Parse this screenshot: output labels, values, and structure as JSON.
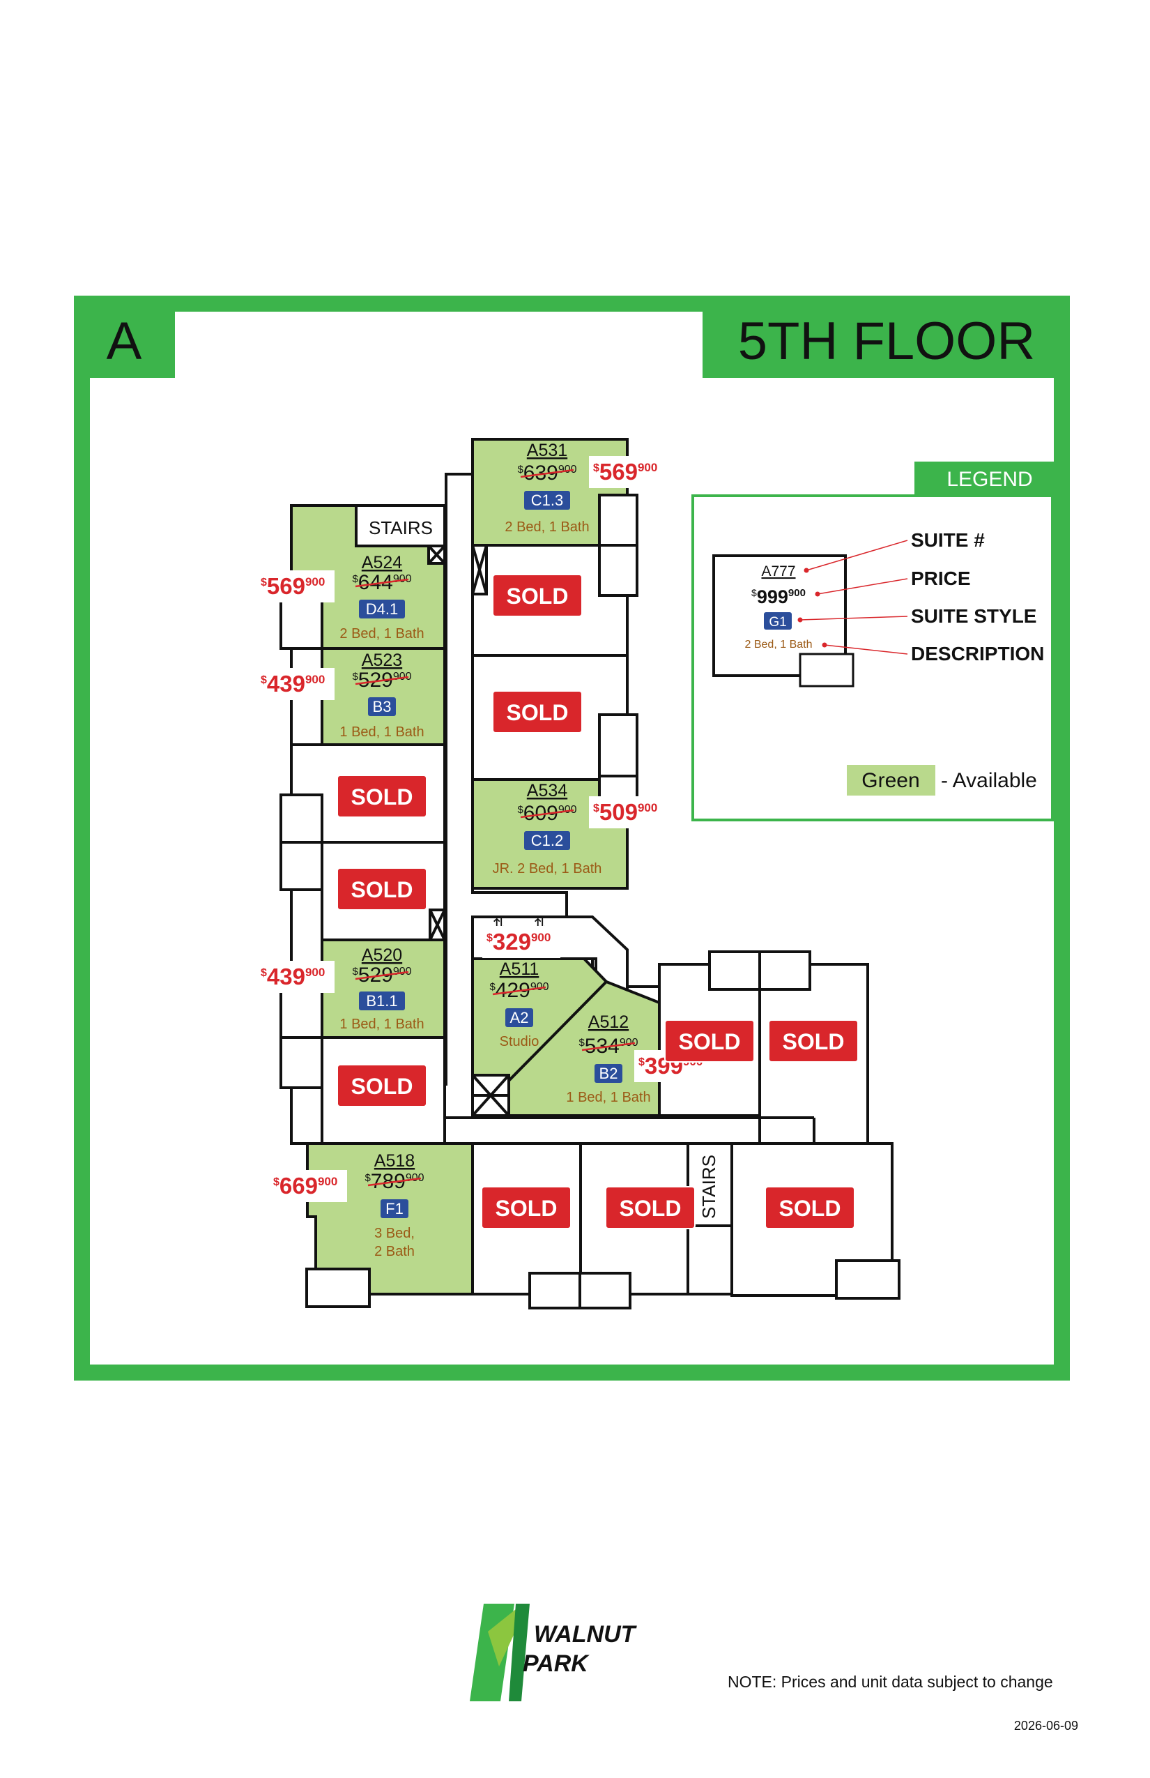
{
  "header": {
    "building": "A",
    "floor": "5TH FLOOR"
  },
  "labels": {
    "stairs": "STAIRS",
    "sold": "SOLD"
  },
  "colors": {
    "frame": "#3cb44b",
    "available": "#b9d98c",
    "sold": "#d9262b",
    "style_badge": "#2b4e9b",
    "desc": "#9b5a16",
    "price_new": "#d9262b"
  },
  "legend": {
    "title": "LEGEND",
    "sample": {
      "suite": "A777",
      "price_main": "999",
      "price_cents": "900",
      "style": "G1",
      "desc": "2 Bed, 1 Bath"
    },
    "items": [
      "SUITE #",
      "PRICE",
      "SUITE STYLE",
      "DESCRIPTION"
    ],
    "swatch": "Green",
    "swatch_text": "- Available"
  },
  "suites": [
    {
      "id": "A531",
      "old": "639",
      "new": "569",
      "style": "C1.3",
      "desc": "2 Bed, 1 Bath"
    },
    {
      "id": "A524",
      "old": "644",
      "new": "569",
      "style": "D4.1",
      "desc": "2 Bed, 1 Bath"
    },
    {
      "id": "A523",
      "old": "529",
      "new": "439",
      "style": "B3",
      "desc": "1 Bed, 1 Bath"
    },
    {
      "id": "A534",
      "old": "609",
      "new": "509",
      "style": "C1.2",
      "desc": "JR. 2 Bed, 1 Bath"
    },
    {
      "id": "A520",
      "old": "529",
      "new": "439",
      "style": "B1.1",
      "desc": "1 Bed, 1 Bath"
    },
    {
      "id": "A511",
      "old": "429",
      "new": "329",
      "style": "A2",
      "desc": "Studio"
    },
    {
      "id": "A512",
      "old": "534",
      "new": "399",
      "style": "B2",
      "desc": "1 Bed, 1 Bath"
    },
    {
      "id": "A518",
      "old": "789",
      "new": "669",
      "style": "F1",
      "desc_lines": [
        "3 Bed,",
        "2 Bath"
      ]
    }
  ],
  "cents": "900",
  "footer": {
    "logo_line1": "WALNUT",
    "logo_line2": "PARK",
    "note": "NOTE: Prices and unit data subject to change",
    "date": "2026-06-09"
  }
}
